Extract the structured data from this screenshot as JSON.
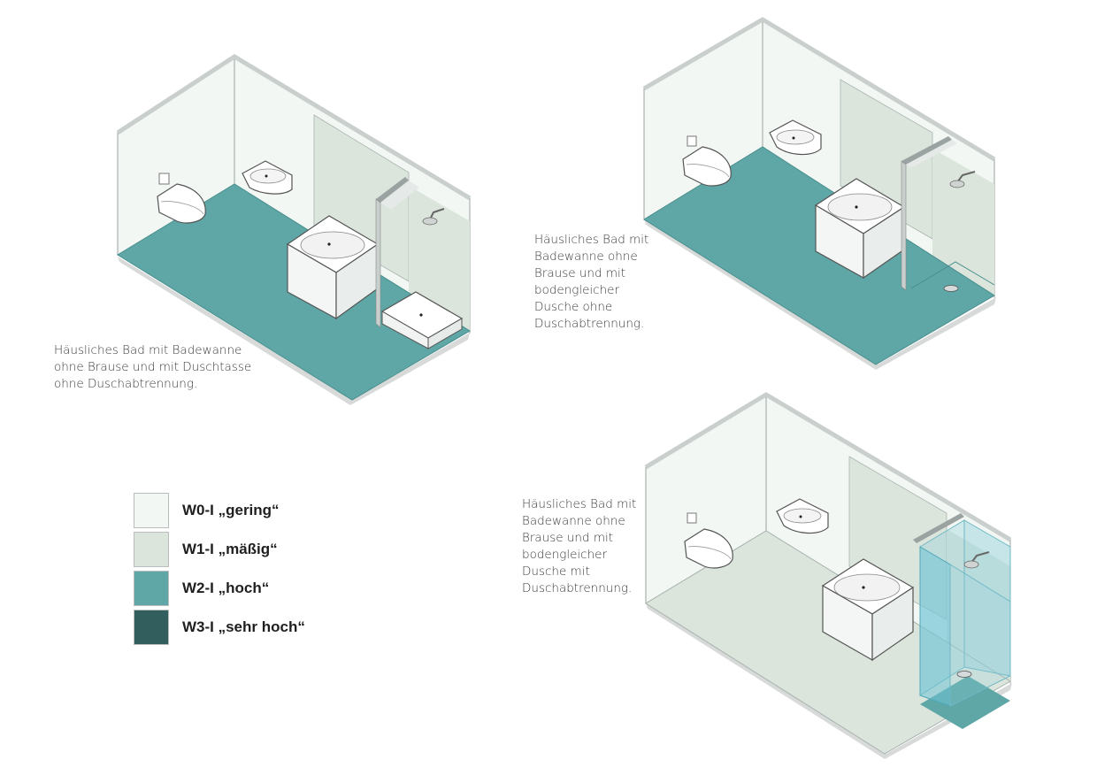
{
  "captions": {
    "scene1": "Häusliches Bad mit Badewanne ohne Brause und mit Duschtasse ohne Duschabtrennung.",
    "scene2": "Häusliches Bad mit Badewanne ohne Brause und mit bodengleicher Dusche ohne Duschabtrennung.",
    "scene3": "Häusliches Bad mit Badewanne ohne Brause und mit bodengleicher Dusche mit Duschabtrennung."
  },
  "legend": {
    "items": [
      {
        "label": "W0-I „gering“",
        "color": "#f2f7f3"
      },
      {
        "label": "W1-I „mäßig“",
        "color": "#dbe5dc"
      },
      {
        "label": "W2-I „hoch“",
        "color": "#5ea7a6"
      },
      {
        "label": "W3-I „sehr hoch“",
        "color": "#335e5e"
      }
    ]
  },
  "colors": {
    "wall": "#f2f7f3",
    "wet_wall": "#dbe5dc",
    "floor_high": "#5ea7a6",
    "floor_moderate": "#dbe5dc",
    "glass": "#8fcfdb",
    "fixture": "#ffffff"
  }
}
